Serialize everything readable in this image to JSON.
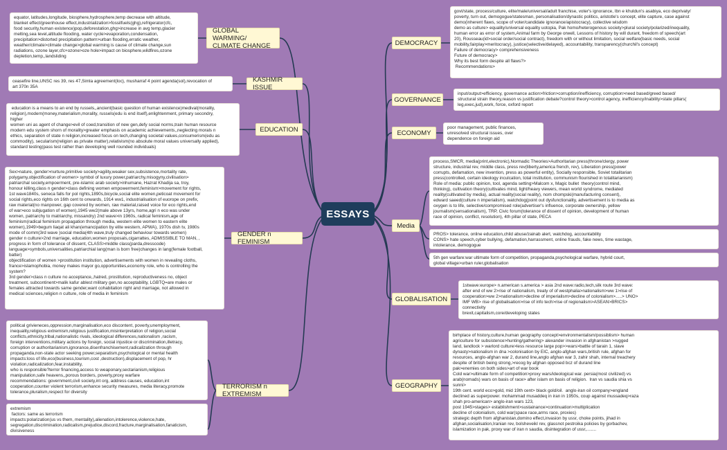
{
  "central": "ESSAYS",
  "colors": {
    "background": "#a07ab5",
    "central": "#1f3d5c",
    "topic": "#fff8d4",
    "line": "#243a52"
  },
  "topics": {
    "global_warming": "GLOBAL WARMING/ CLIMATE CHANGE",
    "kashmir": "KASHMIR ISSUE",
    "education": "EDUCATION",
    "gender": "GENDER n FEMINISM",
    "terrorism": "TERRORISM n EXTREMISM",
    "democracy": "DEMOCRACY",
    "governance": "GOVERNANCE",
    "economy": "ECONOMY",
    "media": "Media",
    "globalisation": "GLOBALISATION",
    "geography": "GEOGRAPHY"
  },
  "notes": {
    "global_warming": "equator, latitudes,longitude, biosphere,hydrosphere,temp decrease with altitude,\nblanket effect/greenhouse effect,industrialization>fossilfuels(ghg),refrigerator(cfc,\nfood security,human existence)pop,deforestation,ghg>increase in avg temp,glacier\nmelting,sea level,altitude flooding, water cycle>evaporation,condensation,\nprecipitation>distorted precipitation pattern>urban flooding,erratic weather,\nweather/climate>climate change>global warming is cause of climate change,sun\nradiations, ozone layer,cfc+ozone>oze hole>impact on biosphere,wildfires,ozone\ndepletion,temp,,landsliding",
    "kashmir": "ceasefire line,UNSC res 39, res 47,Simla agreement(loc), musharraf 4 point agenda(sol),revocation of\nart 370n 35A",
    "education": " education is a means to an end by russels,,ancient(basic question of human existence)medival(morality,\nreligion),modern(money,materialism,morality, russels(edu is end itself),enlightenment, primary secondry,\nhigher\nwomen uni as agent of change>evil of coed,transition of new gen,defy social norms,train human resource\nmodern edu system shorn of morality>greater emphasis on academic achievements,,neglecting morals n\nethics, separation of state n religion,increased focus on tech,changing societal values,consumerism(edu as\ncommodity), secularism(religion as private matter),relativism(no absolute moral values universally applied),\nstandard testing(pass test rather than developing well rounded individuals)",
    "gender": "Sex>nature, gender>nurture,primitive society>agility,weaker sex,subsistence,mortality rate,\npolygamy,objectification of women> symbol of luxury power,patriarchy,misogyny,civilisation>\npatriarchal society,empoerment, pre-islamic arab society>inhumane, Hazrat Khadija sa, troy,\nhonour killing,class n gender>class defining women empowerment,feminism>movement for rights,\n1st wave1840s, seneca falls for pol rights,1890s,bicycle,social elite women,peticoat movement for\nsocial rights,eco rights on 16th cent to onwards, 1914 ww1, industrialisation of euorope on prefix,\nraw material(no manpower, gap covered by women, raw material,raised voice for eco rights,end\nof war>eco subjugation of women),1945 ww2(male above 13yrs, home,agri n eco was under\nwomen, patriarchy to matriarchy, missandry) 2nd wave>in 1960s, radical feminism,age of\nfeminism(radical feminism propagation through media, western elite women to eastern elite\nwomen),1949>begum liaqat ali khan(emancipation by elite western, APWA), 1970s dish tv, 1980s\nmode of comm(3rd wave )social media(4th wave,truly changed behaviour towards women)\ngender n culture>2nd marriage, education,women proposals,cigarrattes, ADMISSIBLE TO MAN, ,\nprogress in form of tolerance of dissent, CLASS>middle class(parda,dresscode)\nlanguage>symbols,universalities,patriarchial lang(man is born free)changes in lang(female football,\nbatter)\nobjectification of women >prostitution institution, advertisements with women in revealing cloths,\nfrance>islamophobia, money makes mayor go,opportunities,economy role, who is controlling the\nsystem?\n3rd gender>class n culture no acceptance,,hatred, prostitution, reproductiveness no, object\ntreatment, subcontinent>malik kafur ablest military gen,no acceptability, LGBTQ=are males or\nfemales attracted towards same gender,want cohabitation right and marriage, not allowed in\nmedical sciences,religion n culture, role of media in feminism",
    "terrorism_1": "political grivieneces,oppression,marginalisation,eco discontent, poverty,unemployment,\ninequality,religious extremism,religious justification,misinterpretation of religion,social\nconflicts,ethnicity,tribal,nationalistic rivals, ideological differences,nationalism ,racism,\nforeign interventions,military actions by foreign, social injustice or discrimination,illetracy,\ncorruption or authoritarianism,ignorance,disenfranchisement,radicalization through\npropaganda,non-state actor seeking power,separatism,psychological or mental health\nimpacts:loss of life,eco(business,tourism,cost ,destruction),displacement of pop, hr\nviolation,radicalization,fear,instability,\nwho is responsible?terror financing,access to weaponary,sectarianism,religious\nmanipulation,safe heavens,,porous borders, poverty,proxy warfare\nrecommendations: government,civil society,int org, address causes, education,int\ncooperation,counter violent terrorism,enhance security measures, media literacy,promote\ntolerance,pluralism,respect for diversity",
    "terrorism_2": "extremism\n factors: same as terrorism\nimpacts:polarization(us vs them, mentality),alienation,intolerence,violence,hate,\nsegregation,discrimination,radicalism,prejudice,discord,fracture,marginalisation,fanaticism,\ndivisiveness",
    "democracy": "govt/state, process/culture, elite/male/universal/adult franchise, voter's ignorance, Ibn e khuldun's asabiya, eco deprivaty/\npoverty, turn out, demogogue/statesman, personalisation/dynastic politics, aristotle's concept, elite capture, case against\ndemo(inherent flaws, scope of voter/candidate ignorance/apistocracy), collective wisdom\ndemo as culture> equality/universal equality uotopia, Pak homo/heterogenous society>plural society/polarized/inequality,\nhuman error as error of system,Animal farm by George orwell, Lessons of history by will durant, freedom of speech(art\n20), Rousseau(id>social order/social contract), freedom with or without limitation, social welfare(basic needs, social\nmobility,fairplay>meritocracy), justice(selective/delayed), accountability, transparency(churchil's concept)\nFailure of democracy> comprehensiveness\nFuture of democracy>\nWhy its best form despite all flaws?>\n Recommendations>",
    "governance": "input/output>efficiency, governance action>friction>corruption/inefficiency, corruption>need based/greed based/\nstructural strain theory,reason vs justification debate?control theory>control agency, inefficiency/inability>state pillars(\nleg,exec,jud),work, force, oxford report",
    "economy": "poor management, public finances,\nunresolved structural issues, over\ndependence on foreign aid",
    "media_1": "process,SMCR, media(print,electronic),Normadic Theories>Authoritarian press(throne/clergy, power\nstructure, industrial rev, middle class, press rev(liberty,america french, rev), Liberation press(power\ncorrupts, defamation, new invention, press as powerful entity), Socially responsible, Soviet totalitarian\npress(controlled, certain ideology inculcation, total institution, communism flourished in totalitarianism)\nRole of media: public opinion, tool, agenda setting>Malcom x, Magic bullet  theory(control mind,\nthinking), cultivation theory(cultivates mind, light/heavy viewers, mean world syndrome, mediated\nreality(cultivated by media), actual reality(social reality), nom chompski(manufacturing consent),\nedward saeed(culture n imperialism), watchdog(point out dysfunctionality, advertisement is to media as\noxygen is to life, selective/compromised role(advertiser's influence, corporate ownership, yellow\njournalism(sensationalism), TRP, Civic forum(tolerance of dissent of opinion, development of human\nrace of opinion, conflict, resolution), 4th pillar of state, PECA",
    "media_2": "PROS> tolerance, online education,child abuse/zainab alert, watchdog, accountability\nCONS> hate speech,cyber bullying, defamation,harrassment, online frauds, fake news, time wastage,\nintolerance, demogogue",
    "media_3": "5th gen warfare:war ultimate form of competition, propaganda,psychological warfare, hybrid court,\nglobal village>urban ruler,globalisation",
    "globalisation": "1stwave:europe> n.american s.america > asia 2nd wave:radio,tech,silk route 3rd wave:\nafter end of ww 2>rise of nationalism, treaty of of westphalia>nationalism>ww 1>rise of\ncooperation>ww 2>nationalism>decline of imperialism>decline of colonialism>.....> UNO>\nIMF WB> rise of globalisation>rise of info tech>rise of regionalism>ASEAN>BRICS>\nconnectivity\nbrexit,capitalism,core/developing states",
    "geography": "birhplace of history,culture,human geography concept>environmentalism/possiblism> human\nagriculture for subsistence>hunting/gathering> alexander invasion in afghanistan >rugged\nland, landlock > warlord culture>less resource large pop>>wars>battle of tarain 1, slave\ndynasty>nationalism in dna >colonisation by EIC, anglo-afghan wars,british rule, afghan for\nresources, anglo-afghan war 2, durand line,anglo afghan war 3, zahir shah, internal treachery\ndespite of british being strong,>recog by afghan opposed bcz of durand line\npak>enemies on both sides>art of war book\nCold war>ultimate form of competition>proxy wars/ideological war. persia(most civilized) vs\narab(nomads) wars on basis of race> after islam on basis of religion.  Iran vs saudia shia vs\nsunni>\n19th cent. world eco>gold, mid 19th cent> black gold/oil.  anglo-iran oil company>england\ndeclined as superpower. mohammad musaddeq in iran in 1950s, coup against mussadeq>raza\nshah pro-american> anglo-iran wars 123,\npost 1945>stages> establishment>sustainance>continuation>multiplication\ndecline of colonialism, cold war(space race,arms race, proxies)\nstrategic depth from afghanistan,domino effect,invasion by ussr, choke points, jihad in\nafghan,socialisation,Iranian rev, bolsheveikl rev, glassnot pestroika policies by gorbachev,\nislamization in pak, proxy war of iran n saudia, disintegration of ussr,........"
  }
}
